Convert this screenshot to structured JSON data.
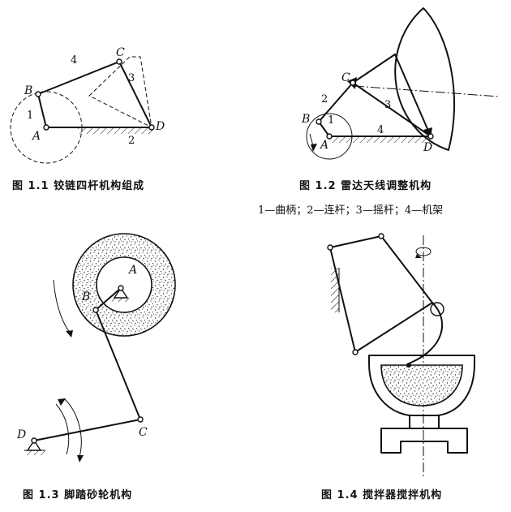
{
  "fig1": {
    "caption": "图 1.1  铰链四杆机构组成",
    "labels": {
      "A": "A",
      "B": "B",
      "C": "C",
      "D": "D"
    },
    "numbers": {
      "n1": "1",
      "n2": "2",
      "n3": "3",
      "n4": "4"
    }
  },
  "fig2": {
    "caption": "图 1.2  雷达天线调整机构",
    "legend": "1—曲柄；2—连杆；3—摇杆；4—机架",
    "labels": {
      "A": "A",
      "B": "B",
      "C": "C",
      "D": "D"
    },
    "numbers": {
      "n1": "1",
      "n2": "2",
      "n3": "3",
      "n4": "4"
    }
  },
  "fig3": {
    "caption": "图 1.3  脚踏砂轮机构",
    "labels": {
      "A": "A",
      "B": "B",
      "C": "C",
      "D": "D"
    }
  },
  "fig4": {
    "caption": "图 1.4  搅拌器搅拌机构"
  }
}
